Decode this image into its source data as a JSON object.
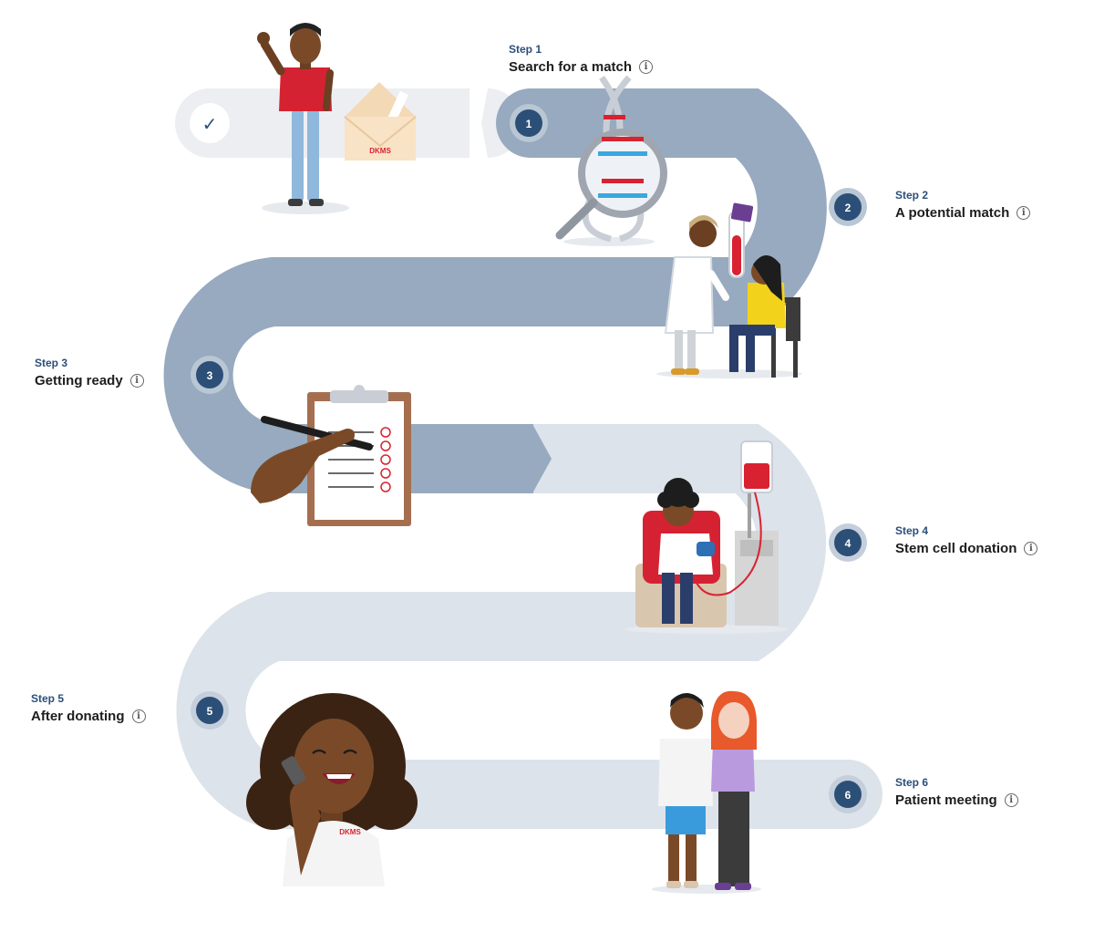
{
  "colors": {
    "path_active": "#97aabf",
    "path_inactive": "#dde3eb",
    "path_done": "#eceef2",
    "node_fill": "#2c4f78",
    "node_ring": "#b9c6d4",
    "kicker": "#2c4f78",
    "brand_red": "#d92231"
  },
  "completed_marker": "✓",
  "brand": "DKMS",
  "steps": [
    {
      "number": "1",
      "kicker": "Step 1",
      "title": "Search for a match",
      "info_icon": "info-icon"
    },
    {
      "number": "2",
      "kicker": "Step 2",
      "title": "A potential match",
      "info_icon": "info-icon"
    },
    {
      "number": "3",
      "kicker": "Step 3",
      "title": "Getting ready",
      "info_icon": "info-icon"
    },
    {
      "number": "4",
      "kicker": "Step 4",
      "title": "Stem cell donation",
      "info_icon": "info-icon"
    },
    {
      "number": "5",
      "kicker": "Step 5",
      "title": "After donating",
      "info_icon": "info-icon"
    },
    {
      "number": "6",
      "kicker": "Step 6",
      "title": "Patient meeting",
      "info_icon": "info-icon"
    }
  ]
}
